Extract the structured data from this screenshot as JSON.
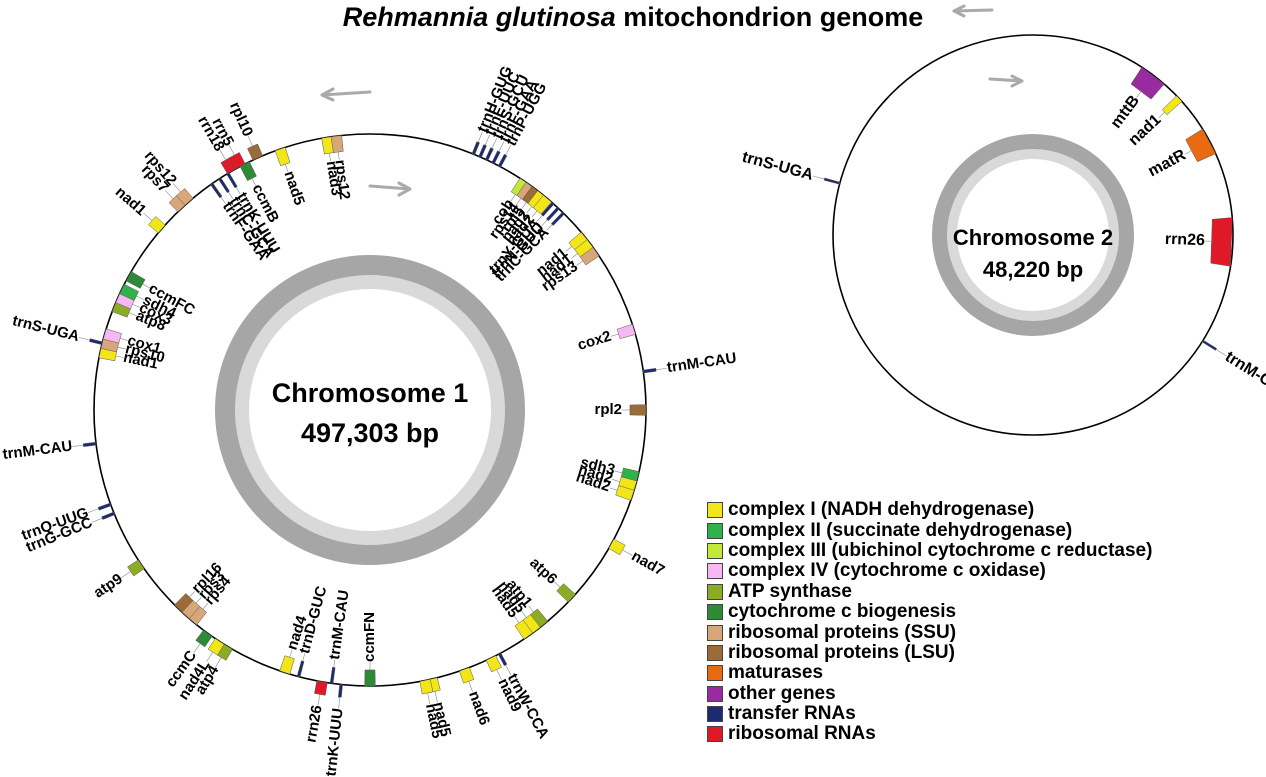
{
  "title": {
    "species": "Rehmannia glutinosa",
    "rest": "mitochondrion genome"
  },
  "colors": {
    "complex_I": "#f2e619",
    "complex_II": "#2fb24a",
    "complex_III": "#c3e83a",
    "complex_IV": "#f7b7f3",
    "atp": "#8cac25",
    "ccm": "#2d8a36",
    "ssu": "#d8a779",
    "lsu": "#9b6c38",
    "maturase": "#ea6a12",
    "other": "#9a2aa0",
    "trna": "#1c2a72",
    "rrna": "#e01928",
    "ring_outer": "#a6a6a6",
    "ring_inner": "#d9d9d9",
    "arrow": "#aaaaaa"
  },
  "chromosomes": [
    {
      "id": "chr1",
      "name": "Chromosome 1",
      "size": "497,303 bp",
      "genes": [
        {
          "label": "trnH-GUG",
          "angle": 22,
          "cat": "trna",
          "side": "out"
        },
        {
          "label": "trnE-UUC",
          "angle": 23.5,
          "cat": "trna",
          "side": "out"
        },
        {
          "label": "trnS-GCU",
          "angle": 25,
          "cat": "trna",
          "side": "out"
        },
        {
          "label": "trnF-GAA",
          "angle": 26.5,
          "cat": "trna",
          "side": "out"
        },
        {
          "label": "trnP-UGG",
          "angle": 28,
          "cat": "trna",
          "side": "out"
        },
        {
          "label": "cob",
          "angle": 34,
          "cat": "complex_III",
          "side": "in"
        },
        {
          "label": "rps14",
          "angle": 35.5,
          "cat": "ssu",
          "side": "in"
        },
        {
          "label": "rpl5",
          "angle": 37,
          "cat": "lsu",
          "side": "in"
        },
        {
          "label": "nad2",
          "angle": 38.5,
          "cat": "complex_I",
          "side": "in"
        },
        {
          "label": "nad2",
          "angle": 40,
          "cat": "complex_I",
          "side": "in"
        },
        {
          "label": "trnY-GUA",
          "angle": 41.5,
          "cat": "trna",
          "side": "in"
        },
        {
          "label": "trnN-GUU",
          "angle": 43,
          "cat": "trna",
          "side": "in"
        },
        {
          "label": "trnC-GCA",
          "angle": 44.5,
          "cat": "trna",
          "side": "in"
        },
        {
          "label": "nad1",
          "angle": 51,
          "cat": "complex_I",
          "side": "in"
        },
        {
          "label": "nad1",
          "angle": 53,
          "cat": "complex_I",
          "side": "in"
        },
        {
          "label": "rps13",
          "angle": 55,
          "cat": "ssu",
          "side": "in"
        },
        {
          "label": "cox2",
          "angle": 73,
          "cat": "complex_IV",
          "side": "in"
        },
        {
          "label": "trnM-CAU",
          "angle": 82,
          "cat": "trna",
          "side": "out"
        },
        {
          "label": "rpl2",
          "angle": 90,
          "cat": "lsu",
          "side": "in"
        },
        {
          "label": "sdh3",
          "angle": 104,
          "cat": "complex_II",
          "side": "in"
        },
        {
          "label": "nad2",
          "angle": 106,
          "cat": "complex_I",
          "side": "in"
        },
        {
          "label": "nad2",
          "angle": 108,
          "cat": "complex_I",
          "side": "in"
        },
        {
          "label": "nad7",
          "angle": 119,
          "cat": "complex_I",
          "side": "out"
        },
        {
          "label": "atp6",
          "angle": 133,
          "cat": "atp",
          "side": "in"
        },
        {
          "label": "atp1",
          "angle": 141,
          "cat": "atp",
          "side": "in"
        },
        {
          "label": "nad5",
          "angle": 143,
          "cat": "complex_I",
          "side": "in"
        },
        {
          "label": "nad5",
          "angle": 145,
          "cat": "complex_I",
          "side": "in"
        },
        {
          "label": "trnW-CCA",
          "angle": 152,
          "cat": "trna",
          "side": "out"
        },
        {
          "label": "nad9",
          "angle": 154,
          "cat": "complex_I",
          "side": "out"
        },
        {
          "label": "nad6",
          "angle": 160,
          "cat": "complex_I",
          "side": "out"
        },
        {
          "label": "nad5",
          "angle": 167,
          "cat": "complex_I",
          "side": "out"
        },
        {
          "label": "nad5",
          "angle": 168.5,
          "cat": "complex_I",
          "side": "out"
        },
        {
          "label": "ccmFN",
          "angle": 180,
          "cat": "ccm",
          "side": "in"
        },
        {
          "label": "trnK-UUU",
          "angle": 186,
          "cat": "trna",
          "side": "out"
        },
        {
          "label": "trnM-CAU",
          "angle": 188,
          "cat": "trna",
          "side": "in"
        },
        {
          "label": "rrn26",
          "angle": 190,
          "cat": "rrna",
          "side": "out"
        },
        {
          "label": "trnD-GUC",
          "angle": 195,
          "cat": "trna",
          "side": "in"
        },
        {
          "label": "nad4",
          "angle": 198,
          "cat": "complex_I",
          "side": "in"
        },
        {
          "label": "atp4",
          "angle": 211,
          "cat": "atp",
          "side": "out"
        },
        {
          "label": "nad4L",
          "angle": 213,
          "cat": "complex_I",
          "side": "out"
        },
        {
          "label": "ccmC",
          "angle": 216,
          "cat": "ccm",
          "side": "out"
        },
        {
          "label": "rps4",
          "angle": 220,
          "cat": "ssu",
          "side": "in"
        },
        {
          "label": "rps3",
          "angle": 222,
          "cat": "ssu",
          "side": "in"
        },
        {
          "label": "rpl16",
          "angle": 224,
          "cat": "lsu",
          "side": "in"
        },
        {
          "label": "atp9",
          "angle": 236,
          "cat": "atp",
          "side": "out"
        },
        {
          "label": "trnG-GCC",
          "angle": 248,
          "cat": "trna",
          "side": "out"
        },
        {
          "label": "trnQ-UUG",
          "angle": 250,
          "cat": "trna",
          "side": "out"
        },
        {
          "label": "trnM-CAU",
          "angle": 263,
          "cat": "trna",
          "side": "out"
        },
        {
          "label": "nad1",
          "angle": 282,
          "cat": "complex_I",
          "side": "in"
        },
        {
          "label": "rps10",
          "angle": 284,
          "cat": "ssu",
          "side": "in"
        },
        {
          "label": "cox1",
          "angle": 286,
          "cat": "complex_IV",
          "side": "in"
        },
        {
          "label": "trnS-UGA",
          "angle": 284,
          "cat": "trna",
          "side": "out"
        },
        {
          "label": "atp8",
          "angle": 292,
          "cat": "atp",
          "side": "in"
        },
        {
          "label": "cox3",
          "angle": 294,
          "cat": "complex_IV",
          "side": "in"
        },
        {
          "label": "sdh4",
          "angle": 296,
          "cat": "complex_II",
          "side": "in"
        },
        {
          "label": "ccmFC",
          "angle": 299,
          "cat": "ccm",
          "side": "in"
        },
        {
          "label": "nad1",
          "angle": 311,
          "cat": "complex_I",
          "side": "out"
        },
        {
          "label": "rps7",
          "angle": 317,
          "cat": "ssu",
          "side": "out"
        },
        {
          "label": "rps12",
          "angle": 319,
          "cat": "ssu",
          "side": "out"
        },
        {
          "label": "trnF-GAA",
          "angle": 325,
          "cat": "trna",
          "side": "in"
        },
        {
          "label": "trnC-GCA",
          "angle": 327,
          "cat": "trna",
          "side": "in"
        },
        {
          "label": "trnK-UUU",
          "angle": 329,
          "cat": "trna",
          "side": "in"
        },
        {
          "label": "rrn18",
          "angle": 330,
          "cat": "rrna",
          "side": "out"
        },
        {
          "label": "rrn5",
          "angle": 332,
          "cat": "rrna",
          "side": "out"
        },
        {
          "label": "ccmB",
          "angle": 333,
          "cat": "ccm",
          "side": "in"
        },
        {
          "label": "rpl10",
          "angle": 336,
          "cat": "lsu",
          "side": "out"
        },
        {
          "label": "nad5",
          "angle": 341,
          "cat": "complex_I",
          "side": "in"
        },
        {
          "label": "nad3",
          "angle": 351,
          "cat": "complex_I",
          "side": "in"
        },
        {
          "label": "rps12",
          "angle": 353,
          "cat": "ssu",
          "side": "in"
        }
      ]
    },
    {
      "id": "chr2",
      "name": "Chromosome 2",
      "size": "48,220 bp",
      "genes": [
        {
          "label": "mttB",
          "angle": 37,
          "cat": "other",
          "side": "in"
        },
        {
          "label": "nad1",
          "angle": 47,
          "cat": "complex_I",
          "side": "in"
        },
        {
          "label": "matR",
          "angle": 62,
          "cat": "maturase",
          "side": "in"
        },
        {
          "label": "rrn26",
          "angle": 92,
          "cat": "rrna",
          "side": "in"
        },
        {
          "label": "trnM-CAU",
          "angle": 122,
          "cat": "trna",
          "side": "out"
        },
        {
          "label": "trnS-UGA",
          "angle": 285,
          "cat": "trna",
          "side": "out"
        }
      ]
    }
  ],
  "legend": [
    {
      "label": "complex I (NADH dehydrogenase)",
      "color": "#f2e619"
    },
    {
      "label": "complex II (succinate dehydrogenase)",
      "color": "#2fb24a"
    },
    {
      "label": "complex III (ubichinol cytochrome c reductase)",
      "color": "#c3e83a"
    },
    {
      "label": "complex IV (cytochrome c oxidase)",
      "color": "#f7b7f3"
    },
    {
      "label": "ATP synthase",
      "color": "#8cac25"
    },
    {
      "label": "cytochrome c biogenesis",
      "color": "#2d8a36"
    },
    {
      "label": "ribosomal proteins (SSU)",
      "color": "#d8a779"
    },
    {
      "label": "ribosomal proteins (LSU)",
      "color": "#9b6c38"
    },
    {
      "label": "maturases",
      "color": "#ea6a12"
    },
    {
      "label": "other genes",
      "color": "#9a2aa0"
    },
    {
      "label": "transfer RNAs",
      "color": "#1c2a72"
    },
    {
      "label": "ribosomal RNAs",
      "color": "#e01928"
    }
  ]
}
